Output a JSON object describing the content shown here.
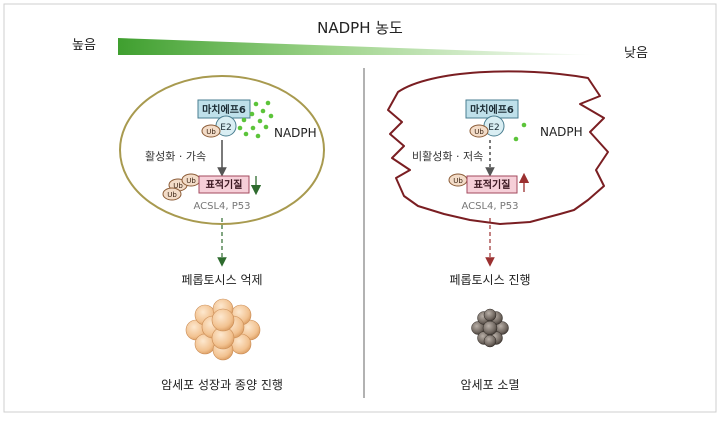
{
  "header": {
    "title": "NADPH 농도",
    "high_label": "높음",
    "low_label": "낮음"
  },
  "left_panel": {
    "enzyme_label": "마치에프6",
    "e2_label": "E2",
    "ub_label": "Ub",
    "nadph_label": "NADPH",
    "process_label": "활성화 · 가속",
    "substrate_label": "표적기질",
    "substrate_targets": "ACSL4, P53",
    "outcome_label": "페롭토시스 억제",
    "result_label": "암세포 성장과 종양 진행"
  },
  "right_panel": {
    "enzyme_label": "마치에프6",
    "e2_label": "E2",
    "ub_label": "Ub",
    "nadph_label": "NADPH",
    "process_label": "비활성화 · 저속",
    "substrate_label": "표적기질",
    "substrate_targets": "ACSL4, P53",
    "outcome_label": "페롭토시스 진행",
    "result_label": "암세포 소멸"
  },
  "colors": {
    "gradient_green": "#4caf3a",
    "cell_outline_left": "#a89a4f",
    "cell_outline_right": "#7a1e22",
    "enzyme_fill": "#bfe0ea",
    "e2_fill": "#d9eef3",
    "ub_fill": "#f3dcc8",
    "substrate_fill": "#f6cfd8",
    "nadph_dot": "#5cc43a",
    "arrow_green": "#2e6b2e",
    "arrow_red": "#9b3030"
  }
}
